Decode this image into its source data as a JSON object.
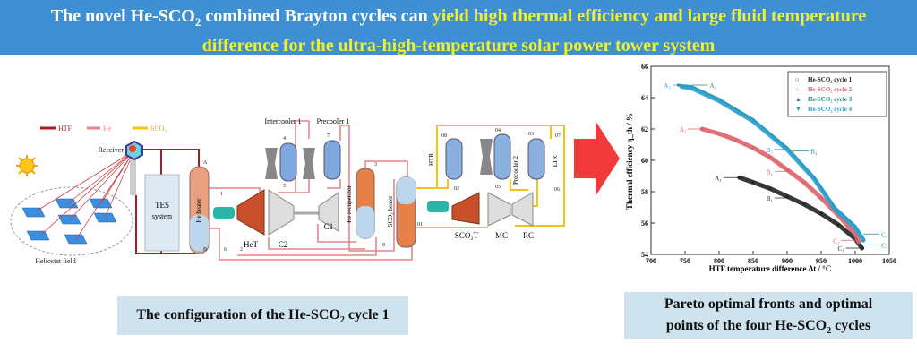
{
  "banner": {
    "line1_plain": "The novel He-SCO",
    "line1_sub": "2",
    "line1_rest": " combined Brayton cycles can ",
    "line1_highlight": "yield high thermal efficiency and large fluid temperature",
    "line2_highlight": "difference for the ultra-high-temperature solar power tower system",
    "highlight_color": "#f2f02a",
    "background_color": "#3f90d2"
  },
  "diagram": {
    "legend": [
      {
        "label": "HTF",
        "color": "#a51e24"
      },
      {
        "label": "He",
        "color": "#e8848c"
      },
      {
        "label": "SCO₂",
        "color": "#f0c419"
      }
    ],
    "components": {
      "receiver": "Receiver",
      "heliostat_field": "Heliostat field",
      "tes_line1": "TES",
      "tes_line2": "system",
      "he_heater": "He heater",
      "het": "HeT",
      "c2": "C2",
      "c1": "C1",
      "intercooler": "Intercooler 1",
      "precooler1": "Precooler 1",
      "he_recuperator": "He recuperator",
      "sco2_heater": "SCO₂ heater",
      "htr": "HTR",
      "ltr": "LTR",
      "precooler2": "Precooler 2",
      "sco2t": "SCO₂T",
      "mc": "MC",
      "rc": "RC"
    },
    "nodes": [
      "A",
      "B",
      "1",
      "2",
      "3",
      "4",
      "5",
      "6",
      "7",
      "8",
      "01",
      "02",
      "03",
      "04",
      "05",
      "06",
      "07",
      "08"
    ]
  },
  "captions": {
    "left_a": "The configuration of the He-SCO",
    "left_sub": "2",
    "left_b": " cycle 1",
    "right_line1": "Pareto optimal fronts and optimal",
    "right_line2a": "points of the four He-SCO",
    "right_sub": "2",
    "right_line2b": " cycles"
  },
  "chart_data": {
    "type": "scatter",
    "title": "",
    "xlabel": "HTF temperature difference Δt / °C",
    "ylabel": "Thermal efficiency η_th / %",
    "xlim": [
      700,
      1050
    ],
    "ylim": [
      54,
      66
    ],
    "xticks": [
      700,
      750,
      800,
      850,
      900,
      950,
      1000,
      1050
    ],
    "yticks": [
      54,
      56,
      58,
      60,
      62,
      64,
      66
    ],
    "legend_position": "top-right",
    "series": [
      {
        "name": "He-SCO₂ cycle 1",
        "color": "#222222",
        "marker": "circle",
        "x": [
          830,
          850,
          875,
          900,
          925,
          950,
          975,
          1000,
          1010
        ],
        "y": [
          58.9,
          58.6,
          58.2,
          57.7,
          57.2,
          56.6,
          55.9,
          55.0,
          54.4
        ]
      },
      {
        "name": "He-SCO₂ cycle 2",
        "color": "#e0606a",
        "marker": "circle",
        "x": [
          775,
          800,
          825,
          850,
          875,
          900,
          925,
          950,
          975,
          1000,
          1005
        ],
        "y": [
          62.0,
          61.7,
          61.3,
          60.8,
          60.2,
          59.4,
          58.6,
          57.6,
          56.5,
          55.3,
          54.8
        ]
      },
      {
        "name": "He-SCO₂ cycle 3",
        "color": "#1f8f80",
        "marker": "triangle-up",
        "x": [
          740,
          760,
          800,
          850,
          900,
          940,
          970,
          1000,
          1012
        ],
        "y": [
          64.8,
          64.7,
          63.9,
          62.6,
          60.8,
          58.9,
          57.0,
          55.8,
          55.0
        ]
      },
      {
        "name": "He-SCO₂ cycle 4",
        "color": "#2a9fd0",
        "marker": "triangle-down",
        "x": [
          745,
          760,
          800,
          850,
          900,
          940,
          970,
          1000,
          1012
        ],
        "y": [
          64.7,
          64.6,
          63.8,
          62.5,
          60.7,
          58.8,
          56.9,
          55.7,
          54.9
        ]
      }
    ],
    "annotations": [
      {
        "text": "A₁",
        "x": 830,
        "y": 58.9,
        "color": "#222222",
        "side": "left"
      },
      {
        "text": "B₁",
        "x": 905,
        "y": 57.6,
        "color": "#222222",
        "side": "left"
      },
      {
        "text": "C₁",
        "x": 1010,
        "y": 54.4,
        "color": "#222222",
        "side": "left"
      },
      {
        "text": "A₂",
        "x": 778,
        "y": 62.0,
        "color": "#e0606a",
        "side": "left"
      },
      {
        "text": "B₂",
        "x": 905,
        "y": 59.3,
        "color": "#e0606a",
        "side": "left"
      },
      {
        "text": "C₂",
        "x": 1003,
        "y": 54.9,
        "color": "#e0606a",
        "side": "left"
      },
      {
        "text": "A₃",
        "x": 755,
        "y": 64.8,
        "color": "#2a9fd0",
        "side": "left"
      },
      {
        "text": "A₄",
        "x": 760,
        "y": 64.8,
        "color": "#1f8f80",
        "side": "right"
      },
      {
        "text": "B₃",
        "x": 905,
        "y": 60.7,
        "color": "#2a9fd0",
        "side": "left"
      },
      {
        "text": "B₄",
        "x": 908,
        "y": 60.6,
        "color": "#1f8f80",
        "side": "right"
      },
      {
        "text": "C₃",
        "x": 1012,
        "y": 55.3,
        "color": "#1f8f80",
        "side": "right"
      },
      {
        "text": "C₄",
        "x": 1012,
        "y": 54.6,
        "color": "#1f8f80",
        "side": "right"
      }
    ]
  }
}
